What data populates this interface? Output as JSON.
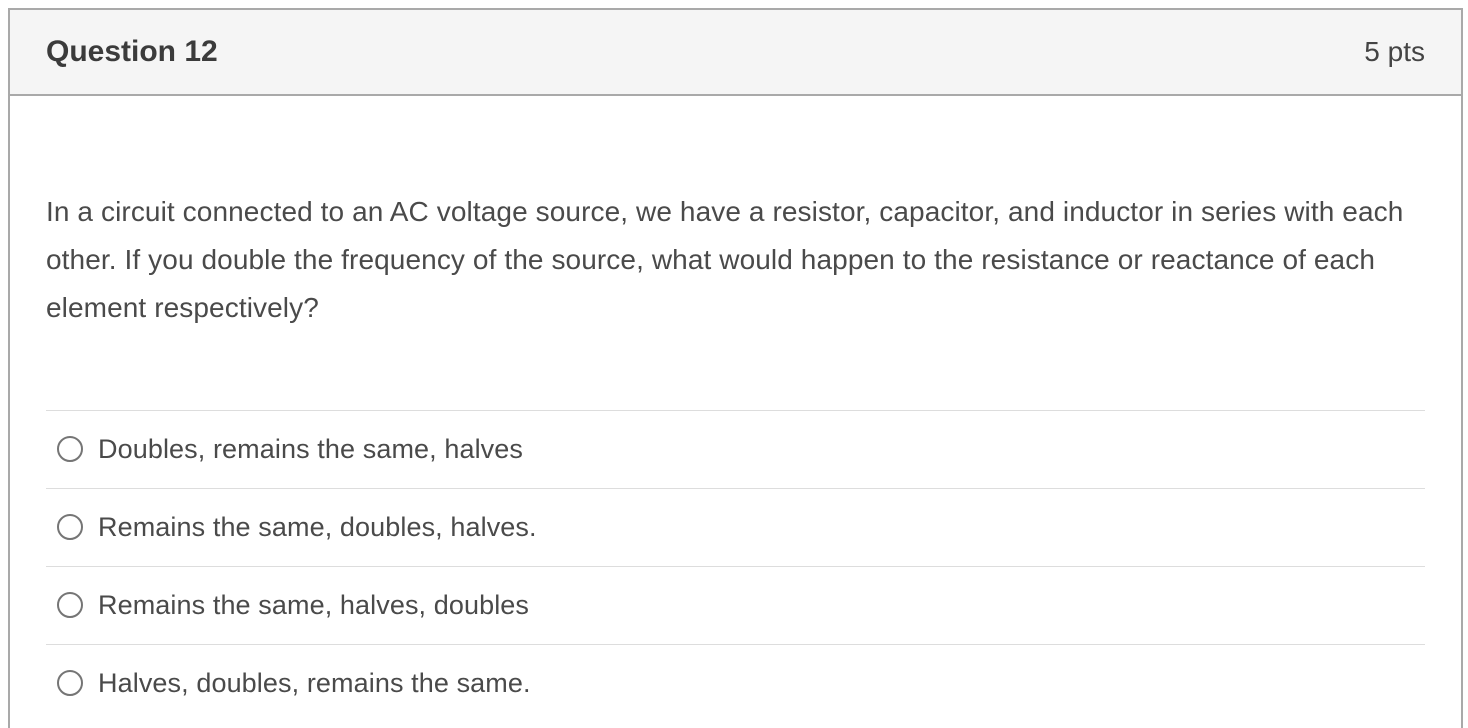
{
  "header": {
    "title": "Question 12",
    "points": "5 pts"
  },
  "question": {
    "text": "In a circuit connected to an AC voltage source, we have a resistor, capacitor, and inductor in series with each other. If you double the frequency of the source, what would happen to the resistance or reactance of each element respectively?"
  },
  "answers": [
    {
      "label": "Doubles, remains the same, halves",
      "selected": false
    },
    {
      "label": "Remains the same, doubles, halves.",
      "selected": false
    },
    {
      "label": "Remains the same, halves, doubles",
      "selected": false
    },
    {
      "label": "Halves, doubles, remains the same.",
      "selected": false
    }
  ],
  "colors": {
    "card_border": "#a9a9a9",
    "header_bg": "#f5f5f5",
    "divider": "#dddddd",
    "text": "#4a4a4a",
    "radio_border": "#757575"
  }
}
